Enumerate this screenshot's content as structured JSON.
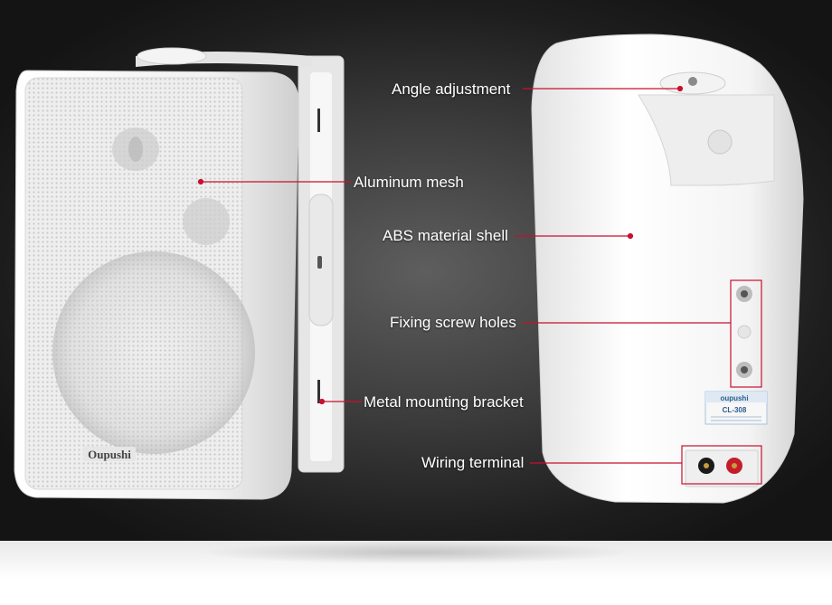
{
  "brand": "Oupushi",
  "label_brand": "oupushi",
  "label_model": "CL-308",
  "callouts": {
    "angle": "Angle adjustment",
    "mesh": "Aluminum mesh",
    "shell": "ABS material shell",
    "screw": "Fixing screw holes",
    "bracket": "Metal mounting bracket",
    "terminal": "Wiring terminal"
  },
  "colors": {
    "accent_line": "#c8102e",
    "speaker_white": "#f2f2f2",
    "background_dark": "#2a2a2a"
  }
}
